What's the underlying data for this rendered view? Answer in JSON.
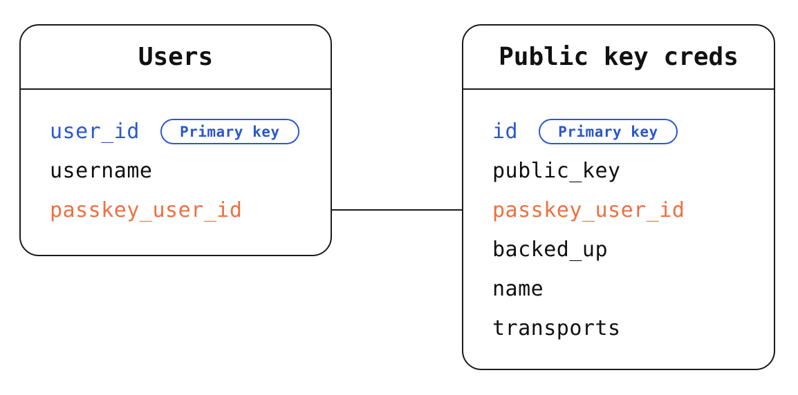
{
  "diagram": {
    "type": "entity-relationship",
    "colors": {
      "primary_key_blue": "#2b57cf",
      "foreign_key_orange": "#ec7140",
      "text_black": "#111111",
      "border_black": "#1a1a1a",
      "background": "#ffffff"
    },
    "tables": [
      {
        "title": "Users",
        "fields": [
          {
            "name": "user_id",
            "color": "blue",
            "badge": "Primary key"
          },
          {
            "name": "username",
            "color": "black"
          },
          {
            "name": "passkey_user_id",
            "color": "orange"
          }
        ]
      },
      {
        "title": "Public key creds",
        "fields": [
          {
            "name": "id",
            "color": "blue",
            "badge": "Primary key"
          },
          {
            "name": "public_key",
            "color": "black"
          },
          {
            "name": "passkey_user_id",
            "color": "orange"
          },
          {
            "name": "backed_up",
            "color": "black"
          },
          {
            "name": "name",
            "color": "black"
          },
          {
            "name": "transports",
            "color": "black"
          }
        ]
      }
    ],
    "relationship": {
      "description": "line connecting Users.passkey_user_id to Public key creds.passkey_user_id"
    }
  }
}
